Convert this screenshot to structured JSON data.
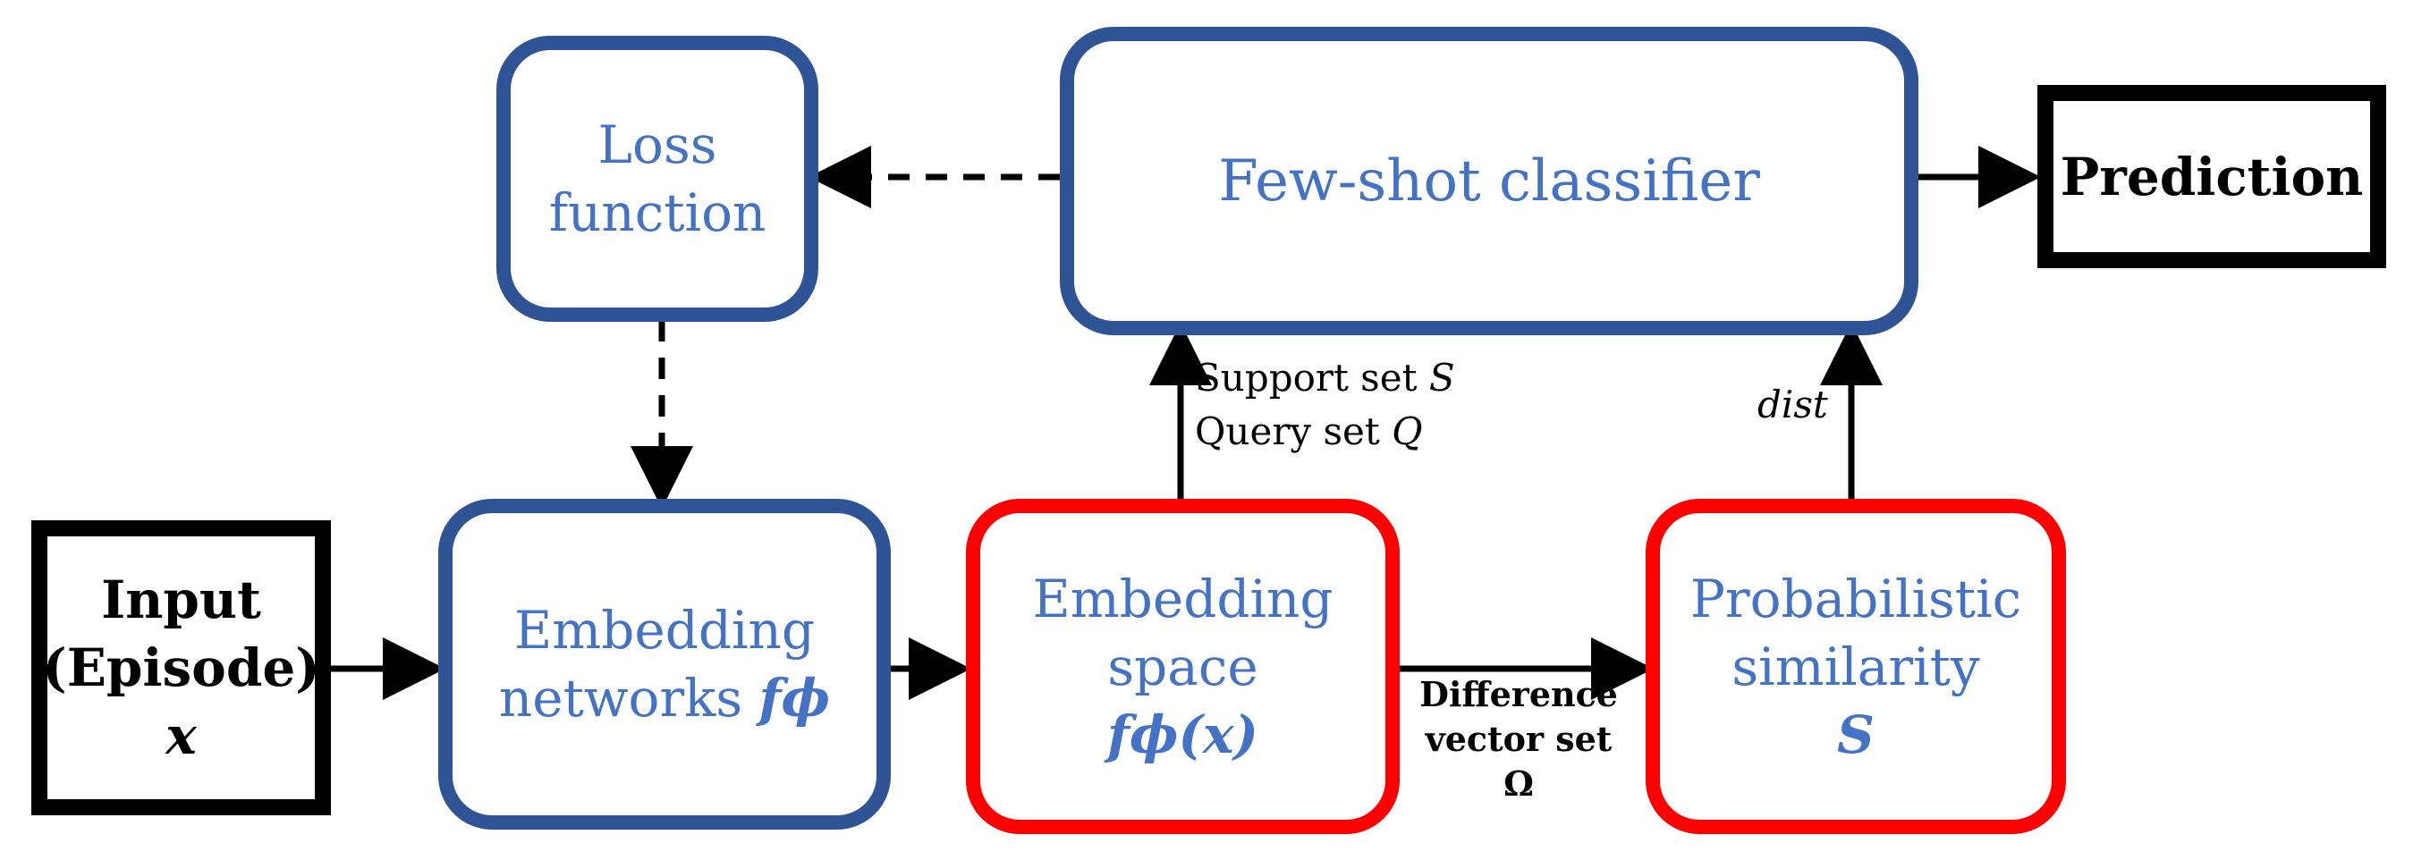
{
  "nodes": {
    "loss": {
      "line1": "Loss",
      "line2": "function"
    },
    "fsc": {
      "label": "Few-shot classifier"
    },
    "prediction": {
      "label": "Prediction"
    },
    "input": {
      "line1": "Input",
      "line2": "(Episode)",
      "line3": "x"
    },
    "embnet": {
      "line1": "Embedding",
      "line2_text": "networks ",
      "line2_math": "fϕ"
    },
    "embspace": {
      "line1": "Embedding",
      "line2": "space",
      "line3": "fϕ(x)"
    },
    "probsim": {
      "line1": "Probabilistic",
      "line2": "similarity",
      "line3": "S"
    }
  },
  "edges": {
    "support": {
      "text": "Support set ",
      "math": "S"
    },
    "query": {
      "text": "Query set ",
      "math": "Q"
    },
    "dist": {
      "text": "dist"
    },
    "diff": {
      "line1": "Difference",
      "line2": "vector set",
      "line3": "Ω"
    }
  },
  "colors": {
    "blue_border": "#2f5496",
    "red_border": "#ff0000",
    "text_blue": "#4472c4",
    "black": "#000000"
  }
}
